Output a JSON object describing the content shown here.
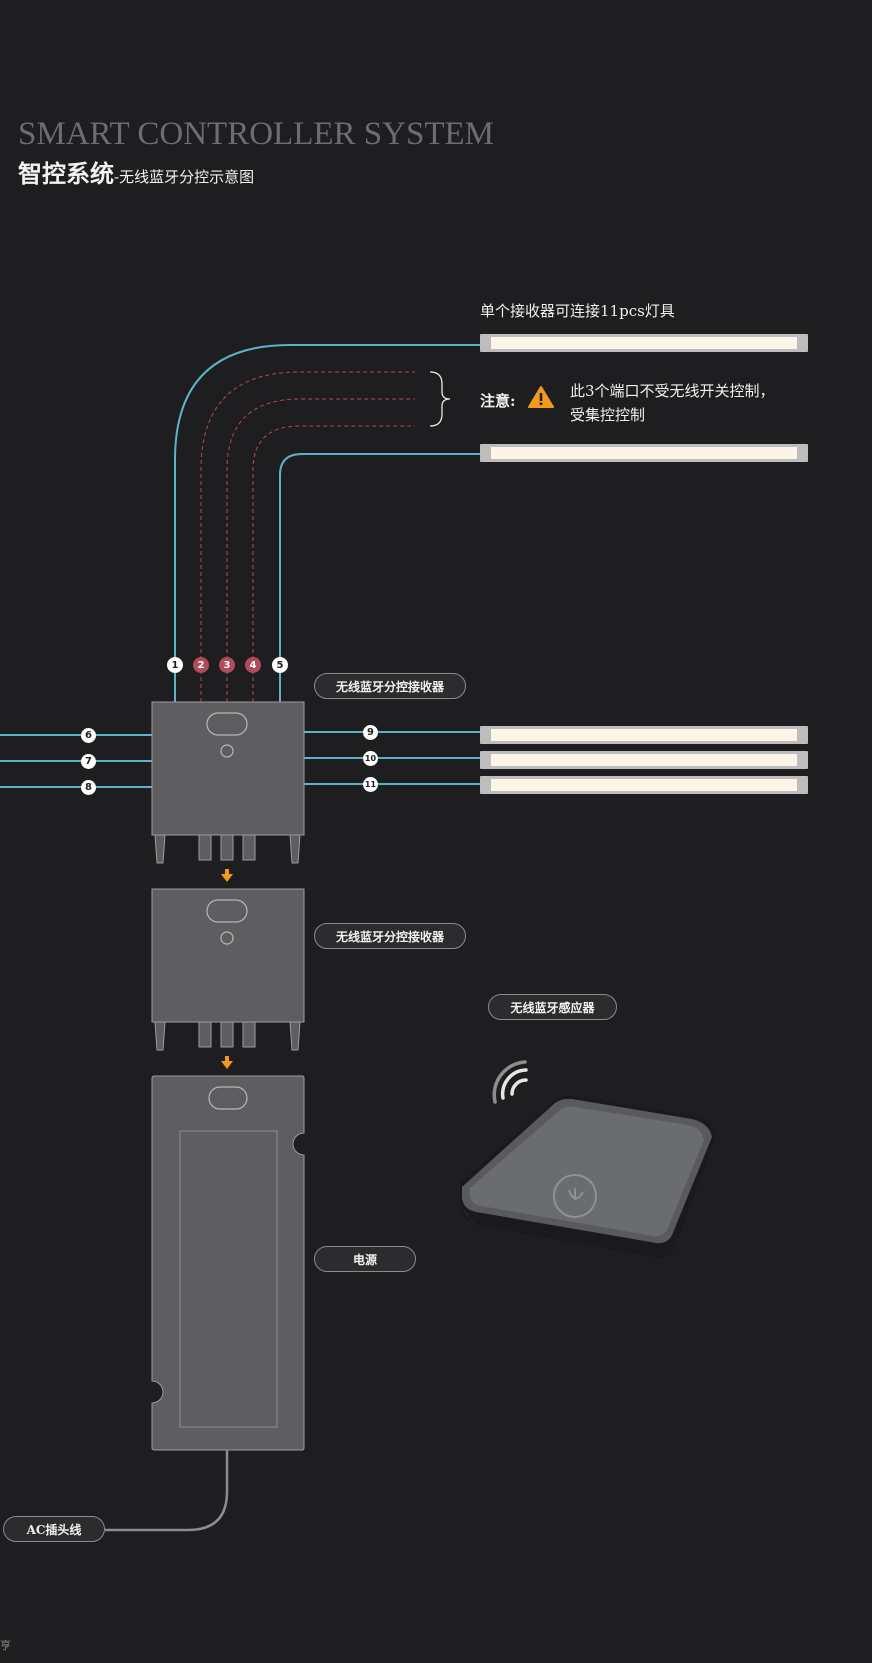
{
  "title": {
    "en": "SMART CONTROLLER SYSTEM",
    "cn_main": "智控系统",
    "cn_sub": "-无线蓝牙分控示意图"
  },
  "top_note": "单个接收器可连接11pcs灯具",
  "warning": {
    "label": "注意:",
    "line1": "此3个端口不受无线开关控制，",
    "line2": "受集控控制"
  },
  "labels": {
    "receiver_1": "无线蓝牙分控接收器",
    "receiver_2": "无线蓝牙分控接收器",
    "sensor": "无线蓝牙感应器",
    "power": "电源",
    "ac_plug": "AC插头线"
  },
  "ports": {
    "top": [
      "1",
      "2",
      "3",
      "4",
      "5"
    ],
    "left": [
      "6",
      "7",
      "8"
    ],
    "right": [
      "9",
      "10",
      "11"
    ]
  },
  "footer": "亨",
  "colors": {
    "background": "#1e1e20",
    "line_blue": "#5ab4c4",
    "dashed_red": "#b04a5c",
    "module_gray": "#5e5e60",
    "arrow_orange": "#f39a1e",
    "lamp_cream": "#fdf4e8"
  }
}
